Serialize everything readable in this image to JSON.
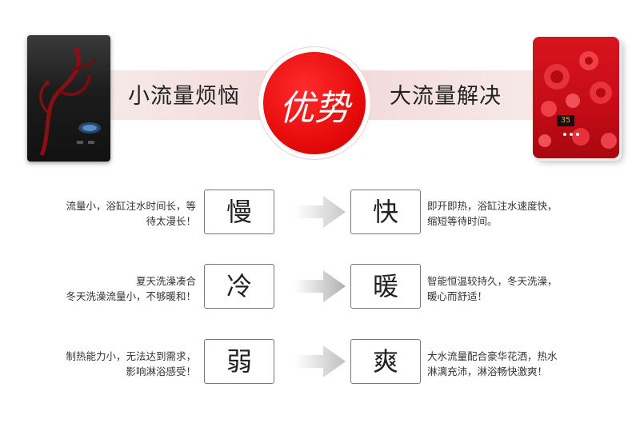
{
  "header": {
    "left_label": "小流量烦恼",
    "center_badge": "优势",
    "right_label": "大流量解决"
  },
  "heater_right": {
    "display_reading": "35"
  },
  "rows": [
    {
      "left_desc_lines": [
        "流量小，浴缸注水时间长，等",
        "待太漫长！"
      ],
      "before": "慢",
      "after": "快",
      "right_desc_lines": [
        "即开即热，浴缸注水速度快，",
        "缩短等待时间。"
      ]
    },
    {
      "left_desc_lines": [
        "夏天洗澡凑合",
        "冬天洗澡流量小，不够暖和！"
      ],
      "before": "冷",
      "after": "暖",
      "right_desc_lines": [
        "智能恒温较持久，冬天洗澡，",
        "暖心而舒适！"
      ]
    },
    {
      "left_desc_lines": [
        "制热能力小，无法达到需求，",
        "影响淋浴感受！"
      ],
      "before": "弱",
      "after": "爽",
      "right_desc_lines": [
        "大水流量配合豪华花洒，热水",
        "淋漓充沛，淋浴畅快激爽！"
      ]
    }
  ],
  "colors": {
    "accent_red": "#e60c0c",
    "banner_pink": "#f2d7d7",
    "arrow_gray": "#cccccc"
  }
}
